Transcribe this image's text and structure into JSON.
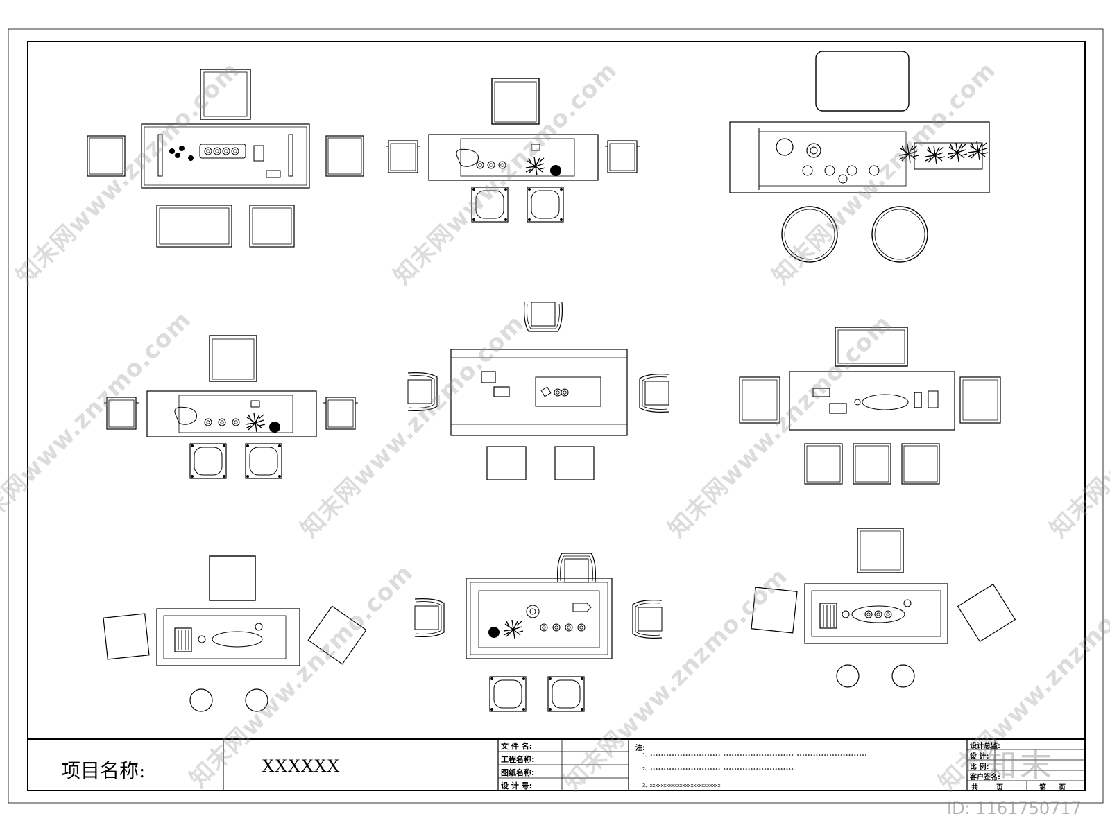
{
  "title_block": {
    "project_label": "项目名称:",
    "project_value": "XXXXXX",
    "fields": [
      "文 件 名:",
      "工程名称:",
      "图纸名称:",
      "设 计 号:"
    ],
    "notes_label": "注:",
    "note_lines": [
      "1、xxxxxxxxxxxxxxxxxxxxxxxxxx    xxxxxxxxxxxxxxxxxxxxxxxxxx    xxxxxxxxxxxxxxxxxxxxxxxxxx",
      "2、xxxxxxxxxxxxxxxxxxxxxxxxxx    xxxxxxxxxxxxxxxxxxxxxxxxxx",
      "3、xxxxxxxxxxxxxxxxxxxxxxxxxx"
    ],
    "sign_fields": [
      "设计总监:",
      "设 计:",
      "比 例:",
      "客户签名:"
    ],
    "page_total_label": "共",
    "page_unit_1": "页",
    "page_current_label": "第",
    "page_unit_2": "页"
  },
  "watermark": {
    "text": "知末网www.znzmo.com",
    "logo": "知末",
    "id_text": "ID: 1161750717"
  },
  "layouts": [
    "tea-table-1",
    "tea-table-2",
    "tea-table-3",
    "tea-table-4",
    "tea-table-5",
    "tea-table-6",
    "tea-table-7",
    "tea-table-8",
    "tea-table-9"
  ],
  "colors": {
    "line": "#000000",
    "watermark": "#969696"
  }
}
